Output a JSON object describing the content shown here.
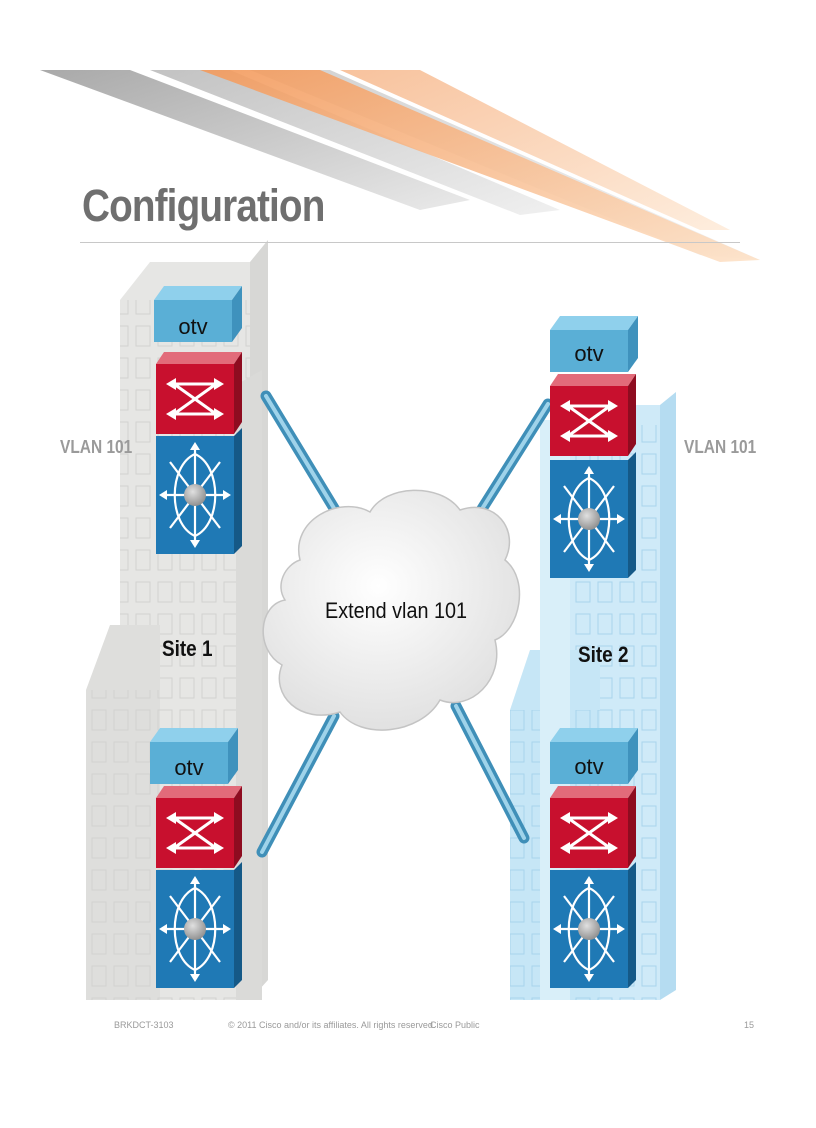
{
  "slide": {
    "title": "Configuration",
    "left_vlan_label": "VLAN 101",
    "right_vlan_label": "VLAN 101",
    "site1_label": "Site 1",
    "site2_label": "Site 2",
    "cloud_label": "Extend vlan 101",
    "otv_label": "otv",
    "footer": {
      "session_id": "BRKDCT-3103",
      "copyright": "© 2011 Cisco and/or its affiliates. All rights reserved.",
      "classification": "Cisco Public",
      "page_number": "15"
    }
  },
  "icons": {
    "otv_box": "otv-box-icon",
    "switch_router": "layer2-switch-icon",
    "nexus_switch": "nexus-switch-icon",
    "cloud": "cloud-icon",
    "building": "building-icon"
  },
  "colors": {
    "otv_fill": "#5aafd6",
    "switch_red": "#c8102e",
    "nexus_blue": "#1f79b5",
    "link_blue": "#4f9cc0",
    "building_gray": "#e6e6e4",
    "building_blue": "#cfeaf8",
    "title_gray": "#6f6f6f"
  }
}
